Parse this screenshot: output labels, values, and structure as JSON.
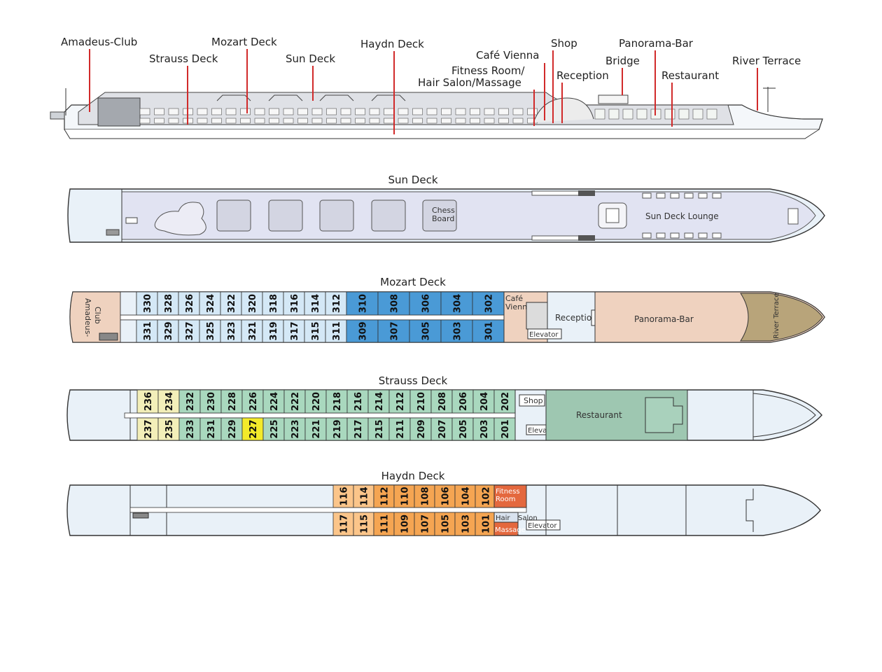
{
  "profile": {
    "labels": [
      {
        "id": "amadeus-club",
        "text": "Amadeus-Club"
      },
      {
        "id": "strauss-deck",
        "text": "Strauss Deck"
      },
      {
        "id": "mozart-deck",
        "text": "Mozart Deck"
      },
      {
        "id": "sun-deck",
        "text": "Sun Deck"
      },
      {
        "id": "haydn-deck",
        "text": "Haydn Deck"
      },
      {
        "id": "cafe-vienna",
        "text": "Café Vienna"
      },
      {
        "id": "shop",
        "text": "Shop"
      },
      {
        "id": "panorama-bar",
        "text": "Panorama-Bar"
      },
      {
        "id": "fitness-line1",
        "text": "Fitness Room/"
      },
      {
        "id": "fitness-line2",
        "text": "Hair Salon/Massage"
      },
      {
        "id": "reception",
        "text": "Reception"
      },
      {
        "id": "bridge",
        "text": "Bridge"
      },
      {
        "id": "restaurant",
        "text": "Restaurant"
      },
      {
        "id": "river-terrace",
        "text": "River Terrace"
      }
    ]
  },
  "sun_deck": {
    "title": "Sun Deck",
    "chess_line1": "Chess",
    "chess_line2": "Board",
    "lounge": "Sun Deck Lounge"
  },
  "mozart_deck": {
    "title": "Mozart Deck",
    "club_line1": "Amadeus-",
    "club_line2": "Club",
    "top_cabins": [
      "330",
      "328",
      "326",
      "324",
      "322",
      "320",
      "318",
      "316",
      "314",
      "312",
      "310",
      "308",
      "306",
      "304",
      "302"
    ],
    "bottom_cabins": [
      "331",
      "329",
      "327",
      "325",
      "323",
      "321",
      "319",
      "317",
      "315",
      "311",
      "309",
      "307",
      "305",
      "303",
      "301"
    ],
    "cafe_line1": "Café",
    "cafe_line2": "Vienna",
    "reception": "Reception",
    "elevator": "Elevator",
    "panorama_bar": "Panorama-Bar",
    "river_terrace": "River Terrace"
  },
  "strauss_deck": {
    "title": "Strauss Deck",
    "top_cabins": [
      "236",
      "234",
      "232",
      "230",
      "228",
      "226",
      "224",
      "222",
      "220",
      "218",
      "216",
      "214",
      "212",
      "210",
      "208",
      "206",
      "204",
      "202"
    ],
    "bottom_cabins": [
      "237",
      "235",
      "233",
      "231",
      "229",
      "227",
      "225",
      "223",
      "221",
      "219",
      "217",
      "215",
      "211",
      "209",
      "207",
      "205",
      "203",
      "201"
    ],
    "shop": "Shop",
    "elevator": "Elevator",
    "restaurant": "Restaurant"
  },
  "haydn_deck": {
    "title": "Haydn Deck",
    "top_cabins": [
      "116",
      "114",
      "112",
      "110",
      "108",
      "106",
      "104",
      "102"
    ],
    "bottom_cabins": [
      "117",
      "115",
      "111",
      "109",
      "107",
      "105",
      "103",
      "101"
    ],
    "fitness_line1": "Fitness",
    "fitness_line2": "Room",
    "hair": "Hair",
    "salon": "Salon",
    "massage": "Massage",
    "elevator": "Elevator"
  },
  "colors": {
    "hull": "#e9f1f8",
    "sun_deck_fill": "#e1e3f2",
    "mozart_light": "#d4e8f6",
    "mozart_dark": "#4a9ad6",
    "public_peach": "#efd2bf",
    "strauss_green": "#a9d8be",
    "strauss_pale": "#f3efb9",
    "strauss_yellow": "#f3ea2a",
    "restaurant_green": "#9ec7b1",
    "haydn_light": "#fbc58a",
    "haydn_orange": "#f5a552",
    "fitness_red": "#e4683e",
    "leader_red": "#d12a2a"
  }
}
